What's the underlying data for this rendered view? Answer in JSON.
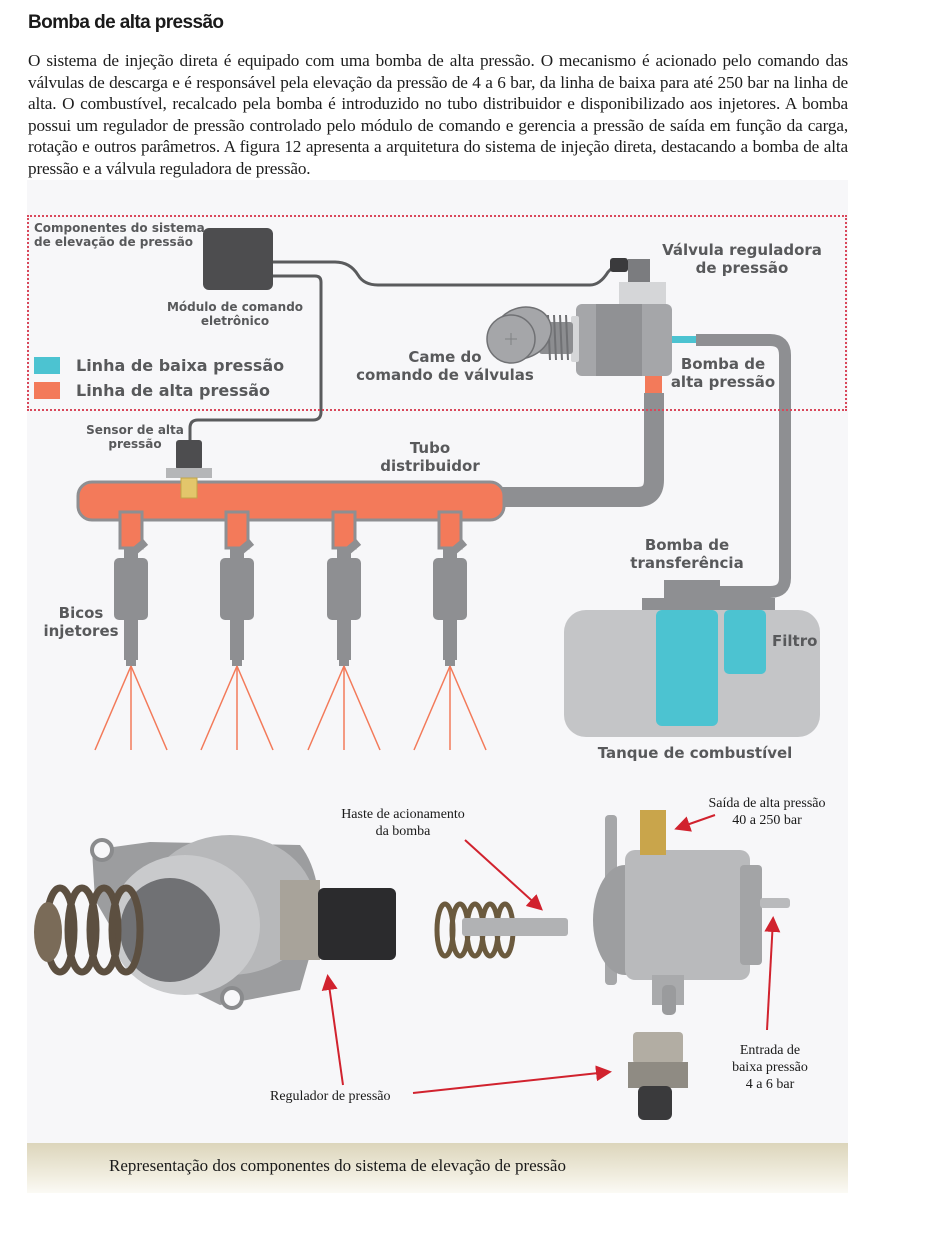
{
  "section": {
    "title": "Bomba de alta pressão",
    "paragraph": "O sistema de injeção direta é equipado com uma bomba de alta pressão. O mecanismo é acionado pelo comando das válvulas de descarga e é responsável pela elevação da pressão de 4 a 6 bar, da linha de baixa para até 250 bar na linha de alta. O combustível, recalcado pela bomba é introduzido no tubo distribuidor e disponibilizado aos injetores. A bomba possui um regulador de pressão controlado pelo módulo de comando e gerencia a pressão de saída em função da carga, rotação e outros parâmetros. A figura 12 apresenta a arquitetura do sistema de injeção direta, destacando a bomba de alta pressão e a válvula reguladora de pressão."
  },
  "diagram": {
    "box_title_line1": "Componentes do sistema",
    "box_title_line2": "de elevação de pressão",
    "module_line1": "Módulo de comando",
    "module_line2": "eletrônico",
    "valve_line1": "Válvula reguladora",
    "valve_line2": "de pressão",
    "cam_line1": "Came do",
    "cam_line2": "comando de válvulas",
    "hp_pump_line1": "Bomba de",
    "hp_pump_line2": "alta pressão",
    "sensor_line1": "Sensor de alta",
    "sensor_line2": "pressão",
    "rail_line1": "Tubo",
    "rail_line2": "distribuidor",
    "injectors_line1": "Bicos",
    "injectors_line2": "injetores",
    "transfer_line1": "Bomba de",
    "transfer_line2": "transferência",
    "filter": "Filtro",
    "tank": "Tanque de combustível",
    "legend": [
      {
        "label": "Linha de baixa pressão",
        "color": "#4cc3d1"
      },
      {
        "label": "Linha de alta pressão",
        "color": "#f37a5a"
      }
    ],
    "colors": {
      "low_pressure": "#4cc3d1",
      "high_pressure": "#f37a5a",
      "pipe": "#8e8f92",
      "module": "#4d4d4f",
      "tank": "#c4c5c7",
      "box_border": "#d9485b"
    }
  },
  "photo": {
    "rod_line1": "Haste de acionamento",
    "rod_line2": "da bomba",
    "outlet_line1": "Saída de alta pressão",
    "outlet_line2": "40 a 250 bar",
    "inlet_line1": "Entrada de",
    "inlet_line2": "baixa pressão",
    "inlet_line3": "4 a 6 bar",
    "regulator": "Regulador de pressão"
  },
  "caption": "Representação dos componentes do sistema de elevação de pressão"
}
